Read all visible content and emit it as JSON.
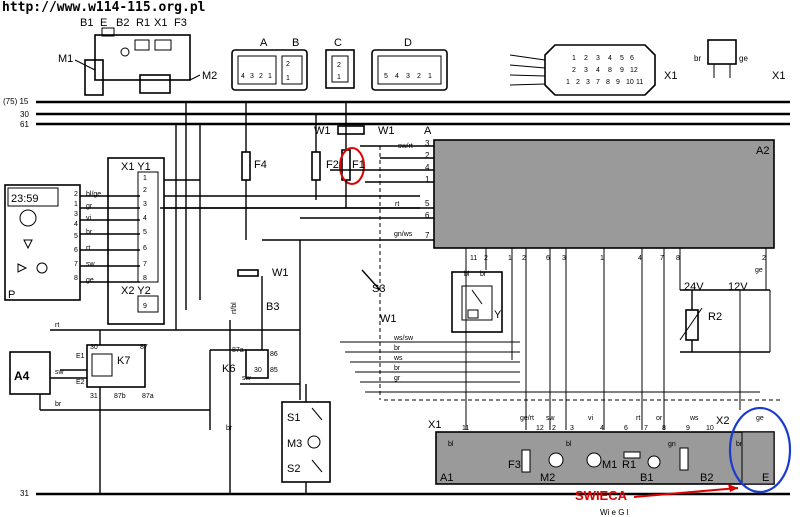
{
  "watermark_url": "http://www.w114-115.org.pl",
  "bus": {
    "l15": "(75) 15",
    "l30": "30",
    "l61": "61",
    "l31": "31"
  },
  "connectors": {
    "b1": "B1",
    "e": "E",
    "b2": "B2",
    "r1": "R1",
    "x1": "X1",
    "f3": "F3",
    "m1": "M1",
    "m2": "M2",
    "a": "A",
    "b": "B",
    "c": "C",
    "d": "D",
    "x1_big": "X1",
    "x1_small": "X1",
    "br": "br",
    "ge": "ge",
    "a_pins": [
      "4",
      "3",
      "2",
      "1"
    ],
    "b_pins": [
      "2",
      "1"
    ],
    "c_pins": [
      "2",
      "1"
    ],
    "d_pins": [
      "5",
      "4",
      "3",
      "2",
      "1"
    ],
    "x1_row1": [
      "1",
      "2",
      "3",
      "4",
      "5",
      "6"
    ],
    "x1_row2": [
      "2",
      "3",
      "4",
      "8",
      "9",
      "12"
    ],
    "x1_row3": [
      "1",
      "2",
      "3",
      "7",
      "8",
      "9",
      "10",
      "11"
    ]
  },
  "fuses": {
    "f4": "F4",
    "f2": "F2",
    "f1": "F1",
    "w1a": "W1",
    "w1b": "W1",
    "aa": "A"
  },
  "a2": {
    "label": "A2",
    "left_pins": [
      "3",
      "2",
      "4",
      "1",
      "5",
      "6",
      "7"
    ],
    "left_wires": [
      "sw/rt",
      "rt",
      "gn/ws"
    ],
    "bottom_pins": [
      "11",
      "2",
      "1",
      "2",
      "6",
      "3",
      "1",
      "4",
      "7",
      "8",
      "2"
    ],
    "bottom_wires": [
      "bl",
      "br",
      "ge"
    ]
  },
  "instrument": {
    "label": "P",
    "clock": "23:59",
    "x1y1": "X1 Y1",
    "x2y2": "X2 Y2",
    "pins": [
      "2",
      "1",
      "3",
      "4",
      "5",
      "6",
      "7",
      "8",
      "9"
    ],
    "wires": [
      "bl/ge",
      "gr",
      "vi",
      "br",
      "rt",
      "sw",
      "ge"
    ]
  },
  "k7": {
    "label": "K7",
    "e1": "E1",
    "e2": "E2",
    "p30": "30",
    "p87": "87",
    "p31": "31",
    "p87b": "87b",
    "p87a": "87a"
  },
  "a4": {
    "label": "A4"
  },
  "middle": {
    "w1": "W1",
    "b3": "B3",
    "rtbl": "rt/bl",
    "k6": "K6",
    "s3": "S3",
    "w1c": "W1",
    "p87a": "87a",
    "p86": "86",
    "p30": "30",
    "p85": "85"
  },
  "switches": {
    "s1": "S1",
    "m3": "M3",
    "s2": "S2"
  },
  "y": {
    "label": "Y"
  },
  "r2": {
    "label": "R2",
    "v24": "24V",
    "v12": "12V"
  },
  "a1": {
    "label": "A1",
    "x1": "X1",
    "x2": "X2",
    "f3": "F3",
    "m2": "M2",
    "m1": "M1",
    "r1": "R1",
    "b1": "B1",
    "b2": "B2",
    "e": "E",
    "pins": [
      "11",
      "12",
      "2",
      "3",
      "4",
      "6",
      "7",
      "8",
      "9",
      "10"
    ],
    "wires": [
      "bl",
      "ge/rt",
      "sw",
      "bl",
      "vi",
      "rt",
      "or",
      "gn",
      "ws",
      "br",
      "ge"
    ]
  },
  "wires": {
    "rt": "rt",
    "sw": "sw",
    "br": "br",
    "wssw": "ws/sw",
    "ws": "ws",
    "gr": "gr",
    "br2": "br",
    "br3": "br",
    "br4": "br"
  },
  "annotation": {
    "swieca": "SWIECA"
  },
  "footer": "Wi  e  G  l"
}
